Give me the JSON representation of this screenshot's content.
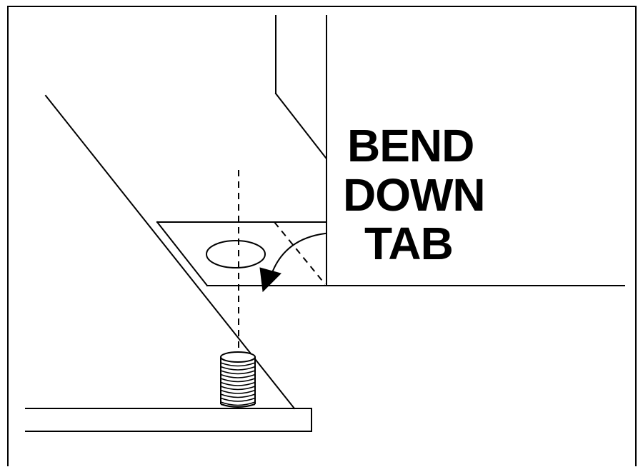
{
  "callout": {
    "line1": "BEND",
    "line2": "DOWN",
    "line3": "TAB"
  },
  "colors": {
    "ink": "#000000",
    "paper": "#ffffff"
  }
}
